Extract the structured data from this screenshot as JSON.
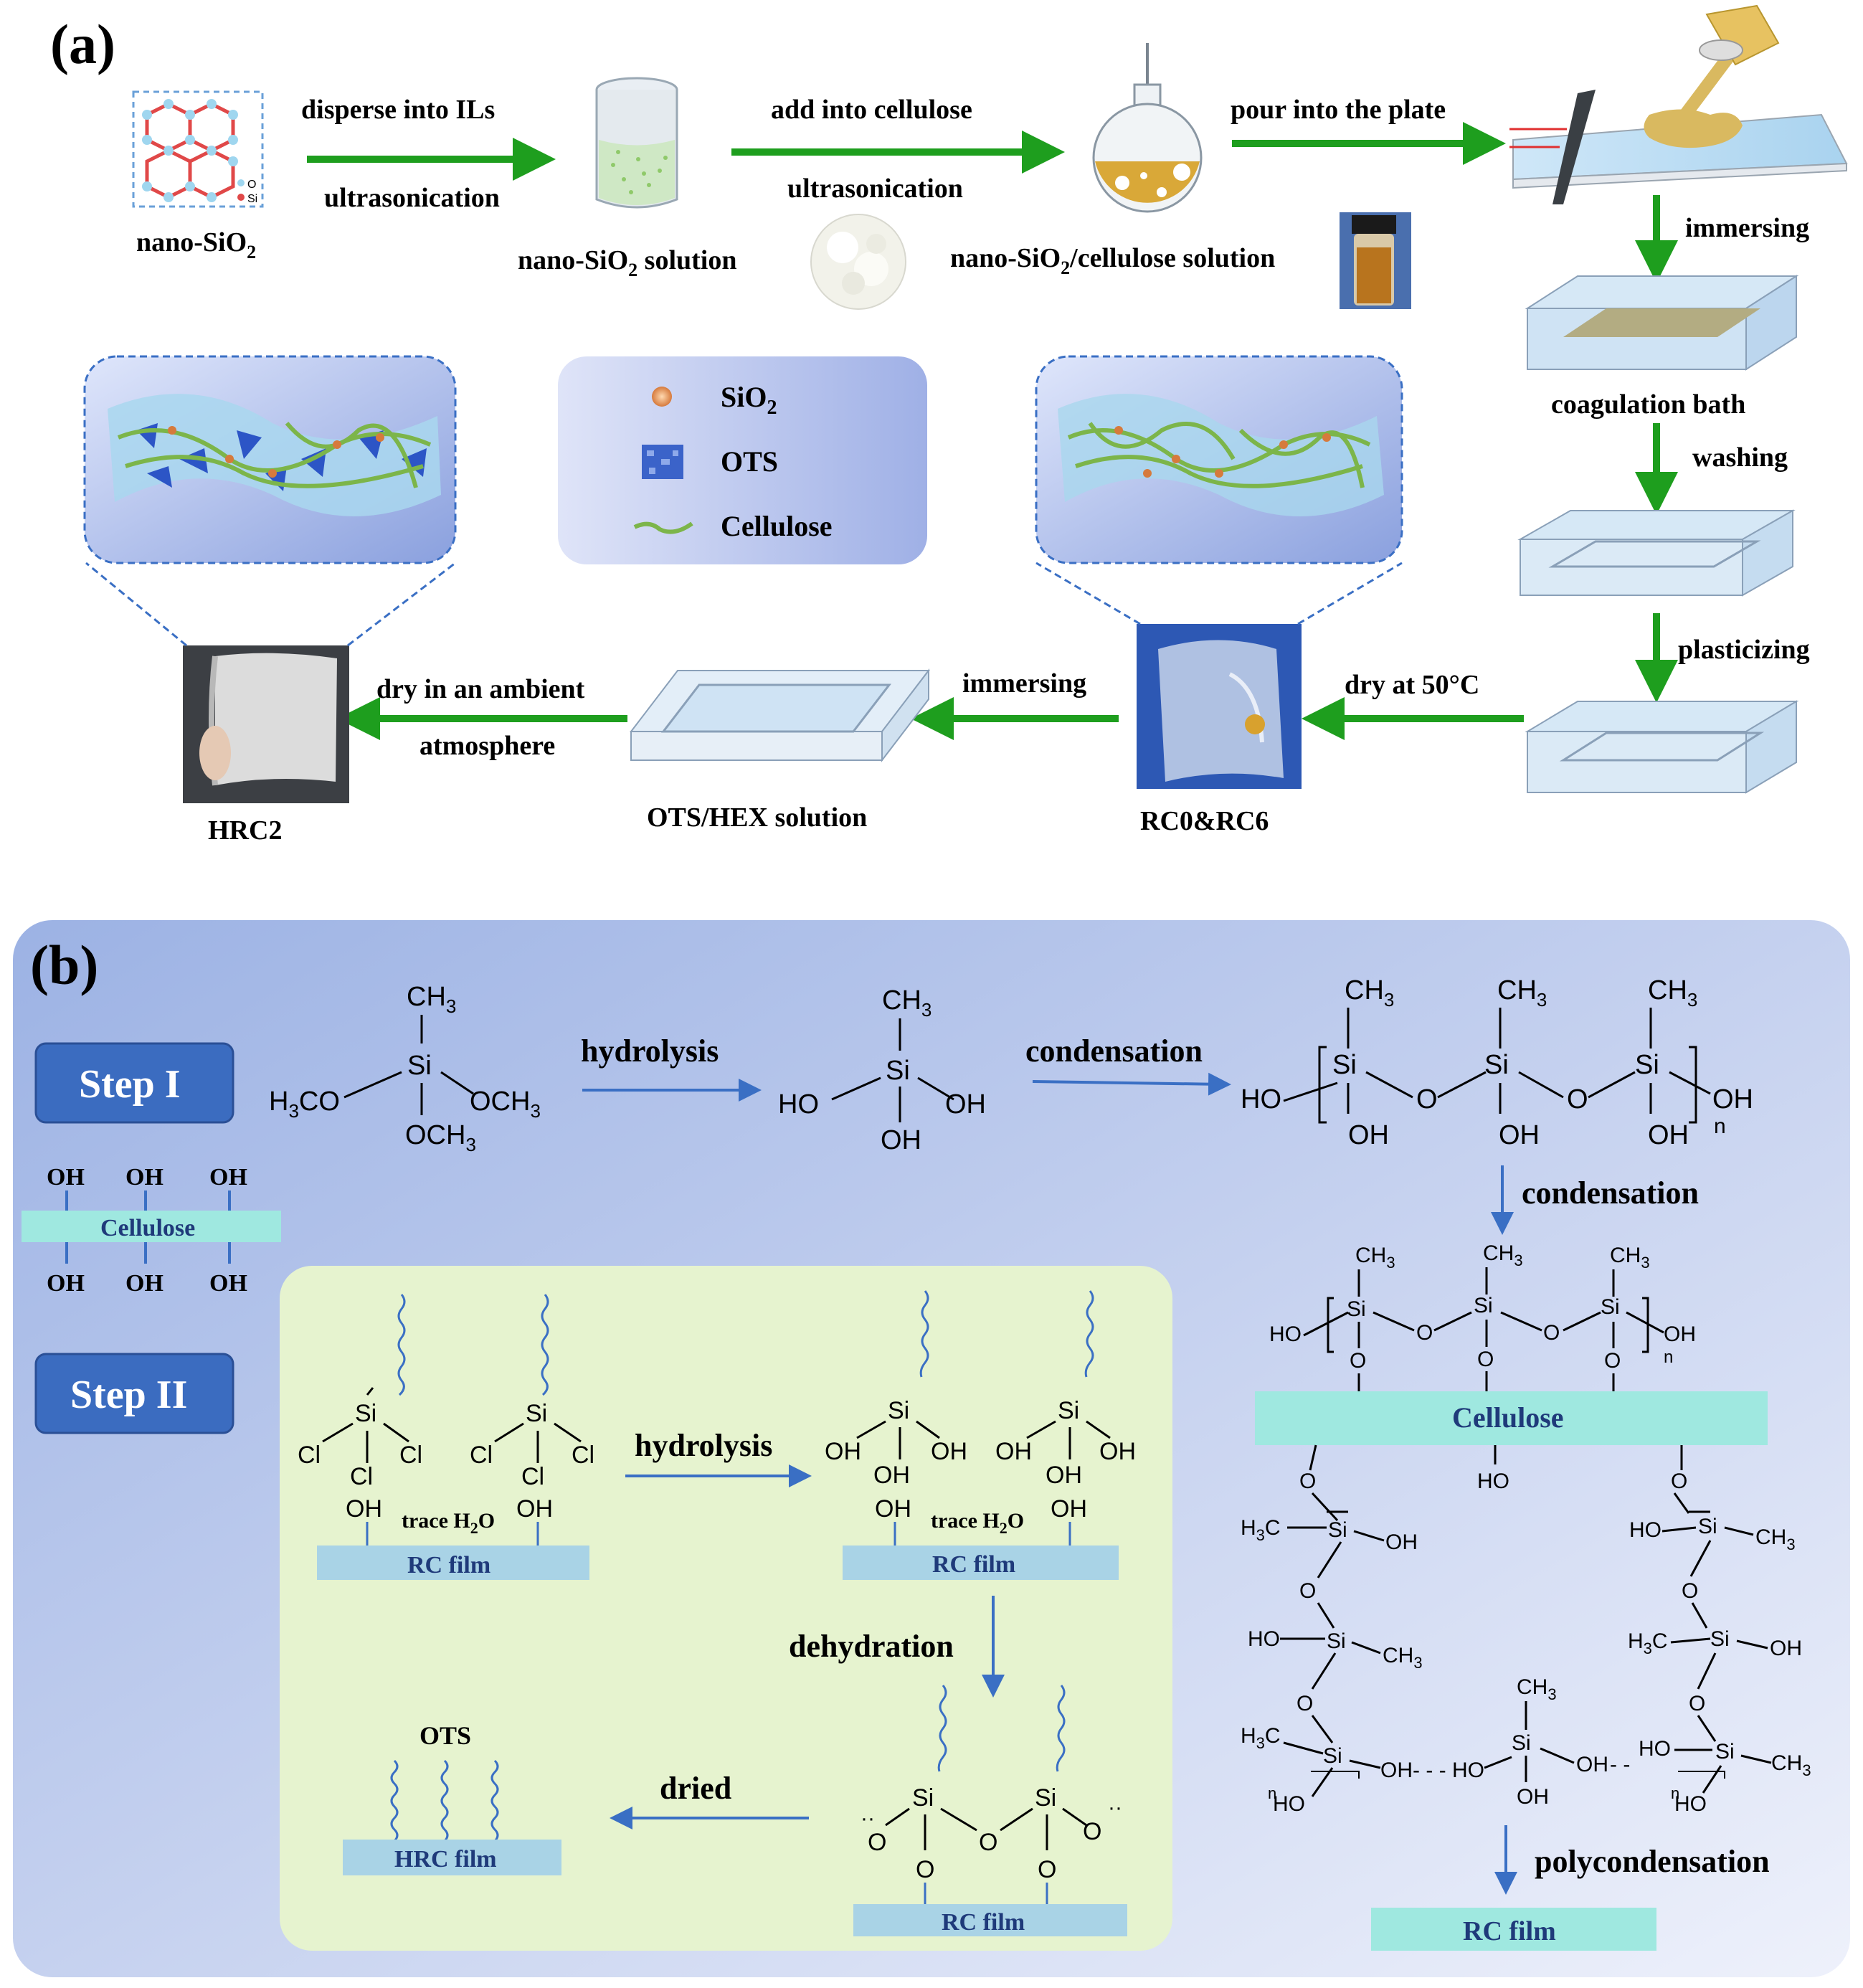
{
  "panel_a": {
    "tag": "(a)",
    "step1_label": "disperse into ILs",
    "step1_sub": "ultrasonication",
    "nano_sio2": "nano-SiO",
    "lattice_legend_o": "O",
    "lattice_legend_si": "Si",
    "nano_sio2_solution": "nano-SiO",
    "nano_sio2_solution_tail": " solution",
    "step2_label": "add into cellulose",
    "step2_sub": "ultrasonication",
    "composite_solution_a": "nano-SiO",
    "composite_solution_b": "/cellulose solution",
    "step3_label": "pour into the plate",
    "immersing": "immersing",
    "coagulation_bath": "coagulation bath",
    "washing": "washing",
    "plasticizing": "plasticizing",
    "dry_50": "dry at 50°C",
    "rc_films": "RC0&RC6",
    "immersing2": "immersing",
    "ots_hex": "OTS/HEX solution",
    "dry_ambient_1": "dry in an ambient",
    "dry_ambient_2": "atmosphere",
    "hrc2": "HRC2",
    "legend": {
      "sio2": "SiO",
      "ots": "OTS",
      "cellulose": "Cellulose"
    },
    "sub2": "2"
  },
  "panel_b": {
    "tag": "(b)",
    "step1": "Step I",
    "step2": "Step II",
    "cellulose_bar": "Cellulose",
    "oh": "OH",
    "hydrolysis": "hydrolysis",
    "condensation": "condensation",
    "condensation2": "condensation",
    "hydrolysis2": "hydrolysis",
    "dehydration": "dehydration",
    "dried": "dried",
    "polycondensation": "polycondensation",
    "rc_film": "RC film",
    "hrc_film": "HRC film",
    "ots": "OTS",
    "cellulose_block": "Cellulose",
    "trace_water": "trace H",
    "trace_water_o": "O",
    "ch3": "CH",
    "si": "Si",
    "ho": "HO",
    "o": "O",
    "cl": "Cl",
    "h3co": "H",
    "och3": "OCH",
    "h3c": "H",
    "n": "n",
    "sub3": "3",
    "sub2": "2"
  },
  "colors": {
    "green_arrow": "#1e9e1e",
    "blue_arrow": "#3a6fc4",
    "step_box": "#3b6cc0",
    "cyan_bar": "#9fe8e0",
    "rc_bar": "#a9d3e6",
    "green_panel": "#e6f3cf"
  }
}
